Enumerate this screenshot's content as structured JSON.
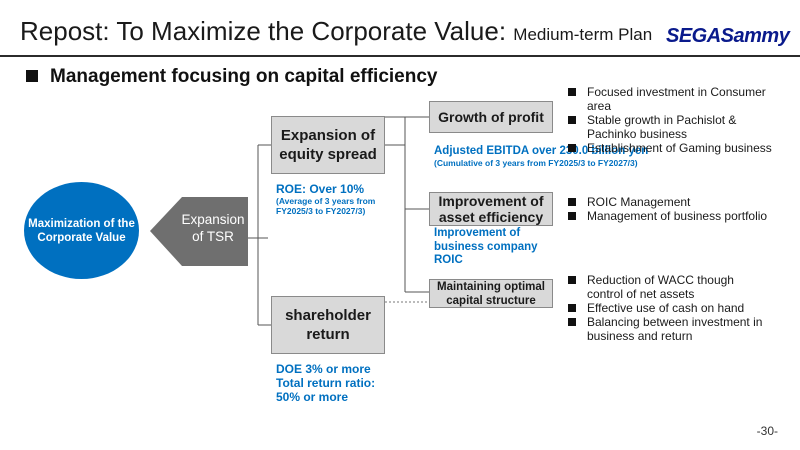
{
  "header": {
    "title": "Repost: To Maximize the Corporate Value:",
    "title_sub": "Medium-term Plan",
    "logo_text": "SEGASammy"
  },
  "section_heading": "Management focusing on capital efficiency",
  "diagram": {
    "root": "Maximization of the Corporate Value",
    "tsr_arrow": "Expansion of TSR",
    "equity_spread": {
      "label": "Expansion of equity spread",
      "roe_title": "ROE: Over 10%",
      "roe_note": "(Average of 3 years from FY2025/3 to FY2027/3)"
    },
    "shareholder_return": {
      "label": "shareholder return",
      "note_line1": "DOE 3% or more",
      "note_line2": "Total return ratio: 50% or more"
    },
    "profit_growth": {
      "label": "Growth of profit",
      "ebitda_title": "Adjusted EBITDA over 230.0 billion yen",
      "ebitda_note": "(Cumulative of 3 years from FY2025/3 to FY2027/3)",
      "bullets": [
        "Focused investment in Consumer area",
        "Stable growth in Pachislot & Pachinko business",
        "Establishment of Gaming business"
      ]
    },
    "asset_efficiency": {
      "label": "Improvement of asset efficiency",
      "note": "Improvement of business company ROIC",
      "bullets": [
        "ROIC Management",
        "Management of business portfolio"
      ]
    },
    "capital_structure": {
      "label": "Maintaining optimal capital structure",
      "bullets": [
        "Reduction of WACC though control of net assets",
        "Effective use of cash on hand",
        "Balancing between investment in business and return"
      ]
    }
  },
  "page_number": "-30-",
  "colors": {
    "accent_blue": "#0070c0",
    "box_gray": "#d9d9d9",
    "arrow_gray": "#6f6f6f",
    "logo_blue": "#0a1a8c"
  }
}
